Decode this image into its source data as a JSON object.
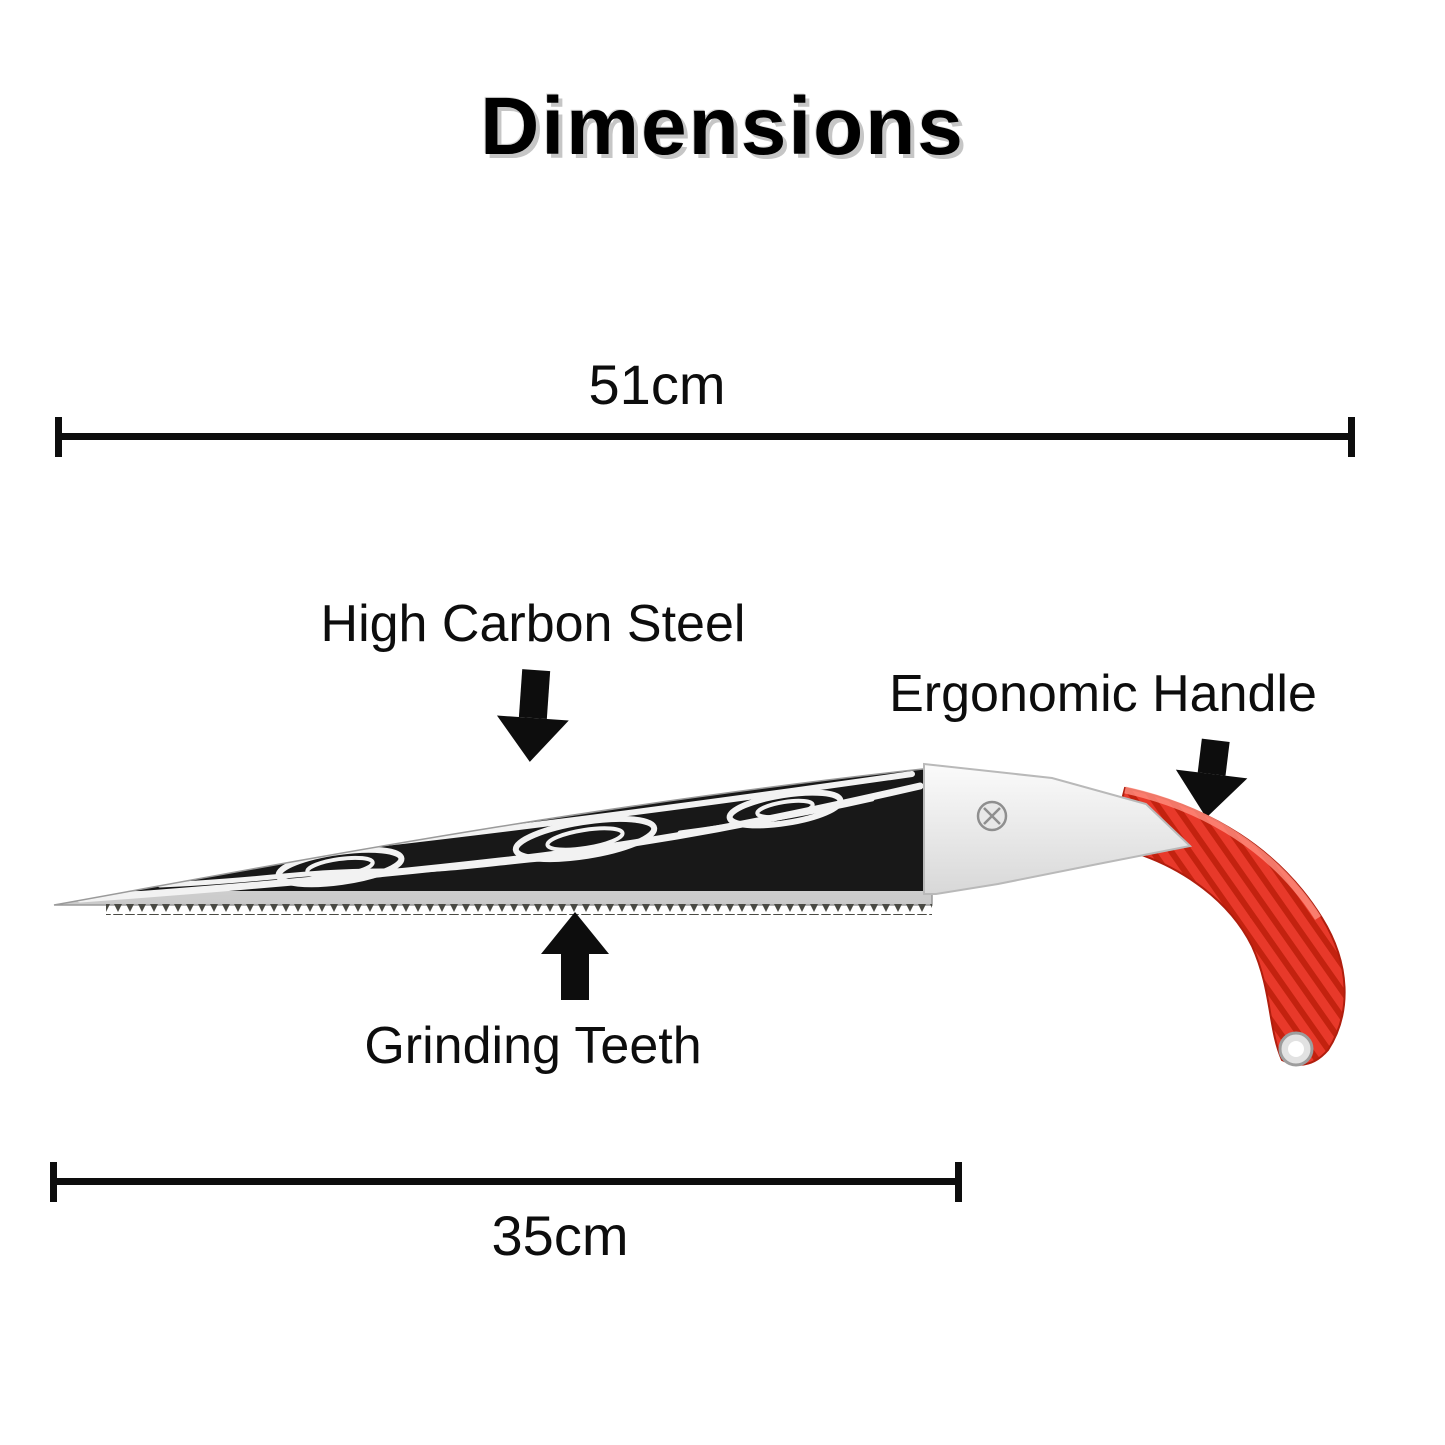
{
  "title": "Dimensions",
  "dimensions": {
    "overall": {
      "label": "51cm"
    },
    "blade": {
      "label": "35cm"
    }
  },
  "annotations": {
    "blade_material": {
      "label": "High Carbon Steel"
    },
    "handle": {
      "label": "Ergonomic Handle"
    },
    "teeth": {
      "label": "Grinding Teeth"
    }
  },
  "colors": {
    "text": "#0d0d0d",
    "handle_red": "#e8392a",
    "handle_rib_dark": "#c3220f",
    "blade_dark": "#181818",
    "metal_silver": "#d8d8d8"
  }
}
